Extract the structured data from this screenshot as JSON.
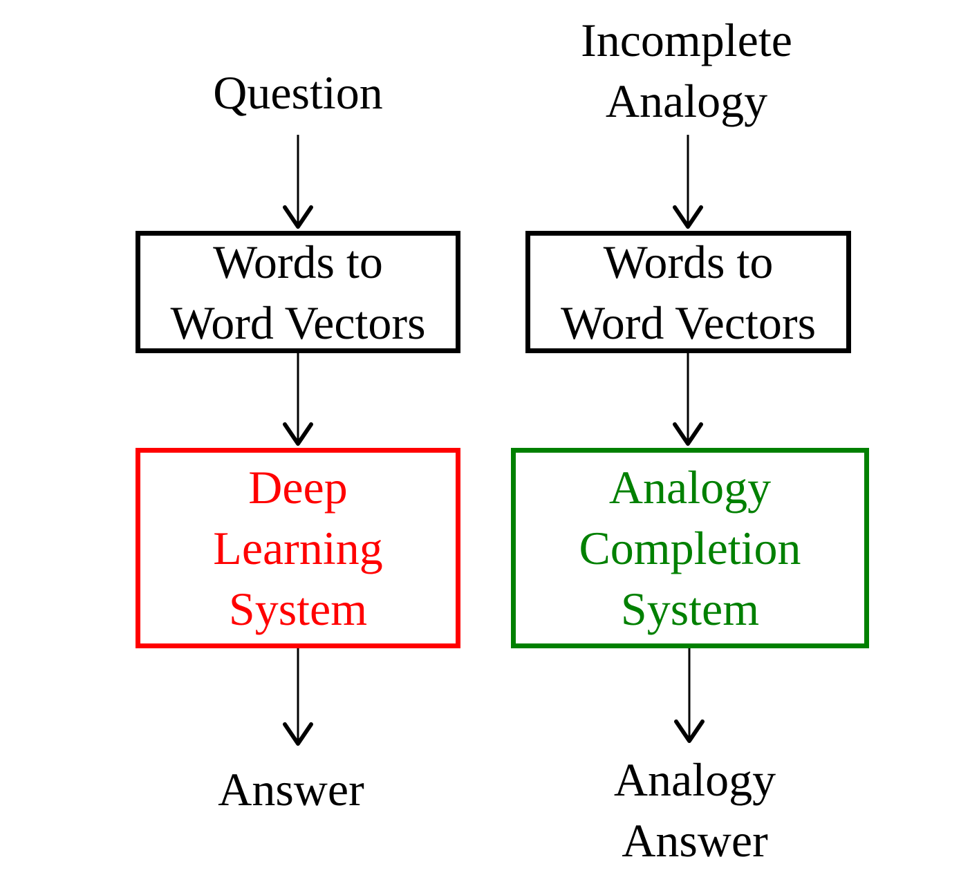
{
  "left_flow": {
    "input": "Question",
    "step1": [
      "Words to",
      "Word Vectors"
    ],
    "step2": [
      "Deep",
      "Learning",
      "System"
    ],
    "output": "Answer"
  },
  "right_flow": {
    "input": [
      "Incomplete",
      "Analogy"
    ],
    "step1": [
      "Words to",
      "Word Vectors"
    ],
    "step2": [
      "Analogy",
      "Completion",
      "System"
    ],
    "output": [
      "Analogy",
      "Answer"
    ]
  },
  "colors": {
    "box_border": "#000000",
    "deep_learning": "#ff0000",
    "analogy_completion": "#008000"
  }
}
